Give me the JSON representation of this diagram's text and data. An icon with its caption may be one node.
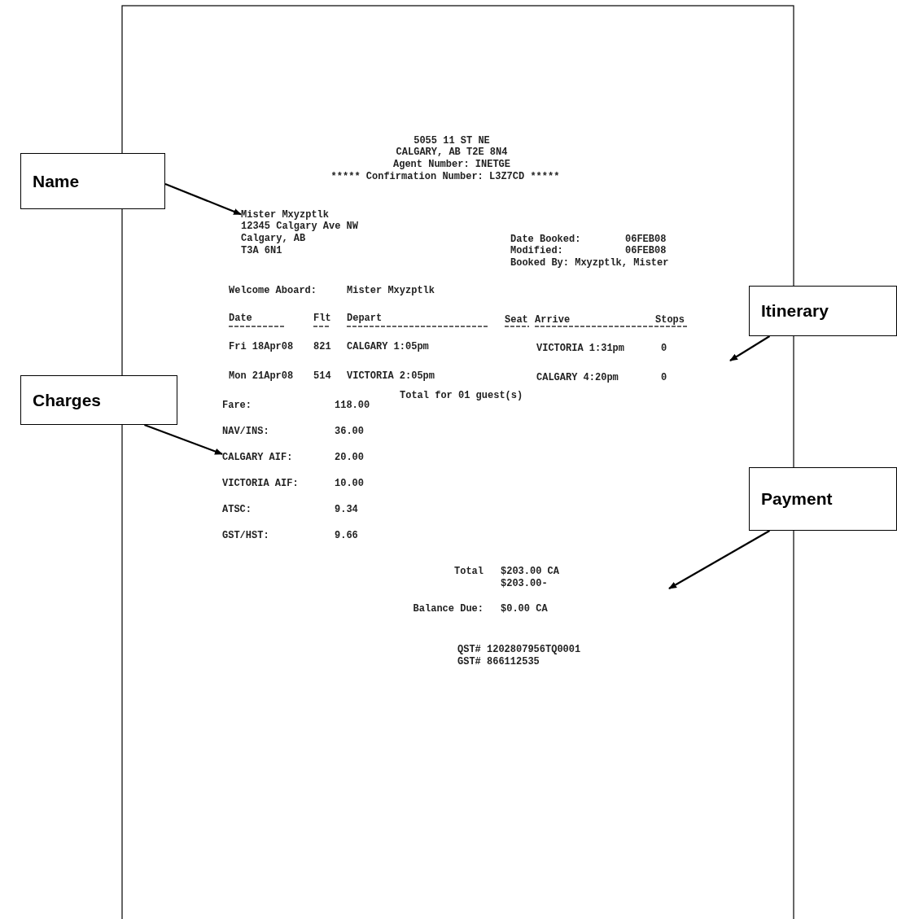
{
  "diagram": {
    "nodes": [
      {
        "text": [
          "Name"
        ]
      },
      {
        "text": [
          "Itinerary"
        ]
      },
      {
        "text": [
          "Charges"
        ]
      },
      {
        "text": [
          "Payment"
        ]
      },
      {
        "text": [
          "Mister Mxyzptlk"
        ]
      },
      {
        "text": [
          "CALGARY AIF:"
        ]
      }
    ],
    "edges": [
      {
        "from": 0,
        "to": 4,
        "arrow": "to"
      },
      {
        "from": 1,
        "to": null,
        "arrow": "to"
      },
      {
        "from": 2,
        "to": 5,
        "arrow": "to"
      },
      {
        "from": 3,
        "to": null,
        "arrow": "to"
      }
    ],
    "labels": [
      "5055 11 ST NE",
      "CALGARY, AB T2E 8N4",
      "Agent Number: INETGE",
      "***** Confirmation Number: L3Z7CD *****",
      "12345 Calgary Ave NW",
      "Calgary, AB",
      "T3A 6N1",
      "Date Booked:",
      "06FEB08",
      "Modified:",
      "06FEB08",
      "Booked By: Mxyzptlk, Mister",
      "Welcome Aboard:",
      "Mister Mxyzptlk",
      "Date",
      "Flt",
      "Depart",
      "Seat",
      "Arrive",
      "Stops",
      "Fri 18Apr08",
      "821",
      "CALGARY 1:05pm",
      "VICTORIA 1:31pm",
      "0",
      "Mon 21Apr08",
      "514",
      "VICTORIA 2:05pm",
      "CALGARY 4:20pm",
      "0",
      "Total for 01 guest(s)",
      "Fare:",
      "118.00",
      "NAV/INS:",
      "36.00",
      "20.00",
      "VICTORIA AIF:",
      "10.00",
      "ATSC:",
      "9.34",
      "GST/HST:",
      "9.66",
      "Total",
      "$203.00 CA",
      "$203.00-",
      "Balance Due:",
      "$0.00 CA",
      "QST# 1202807956TQ0001",
      "GST# 866112535"
    ]
  }
}
